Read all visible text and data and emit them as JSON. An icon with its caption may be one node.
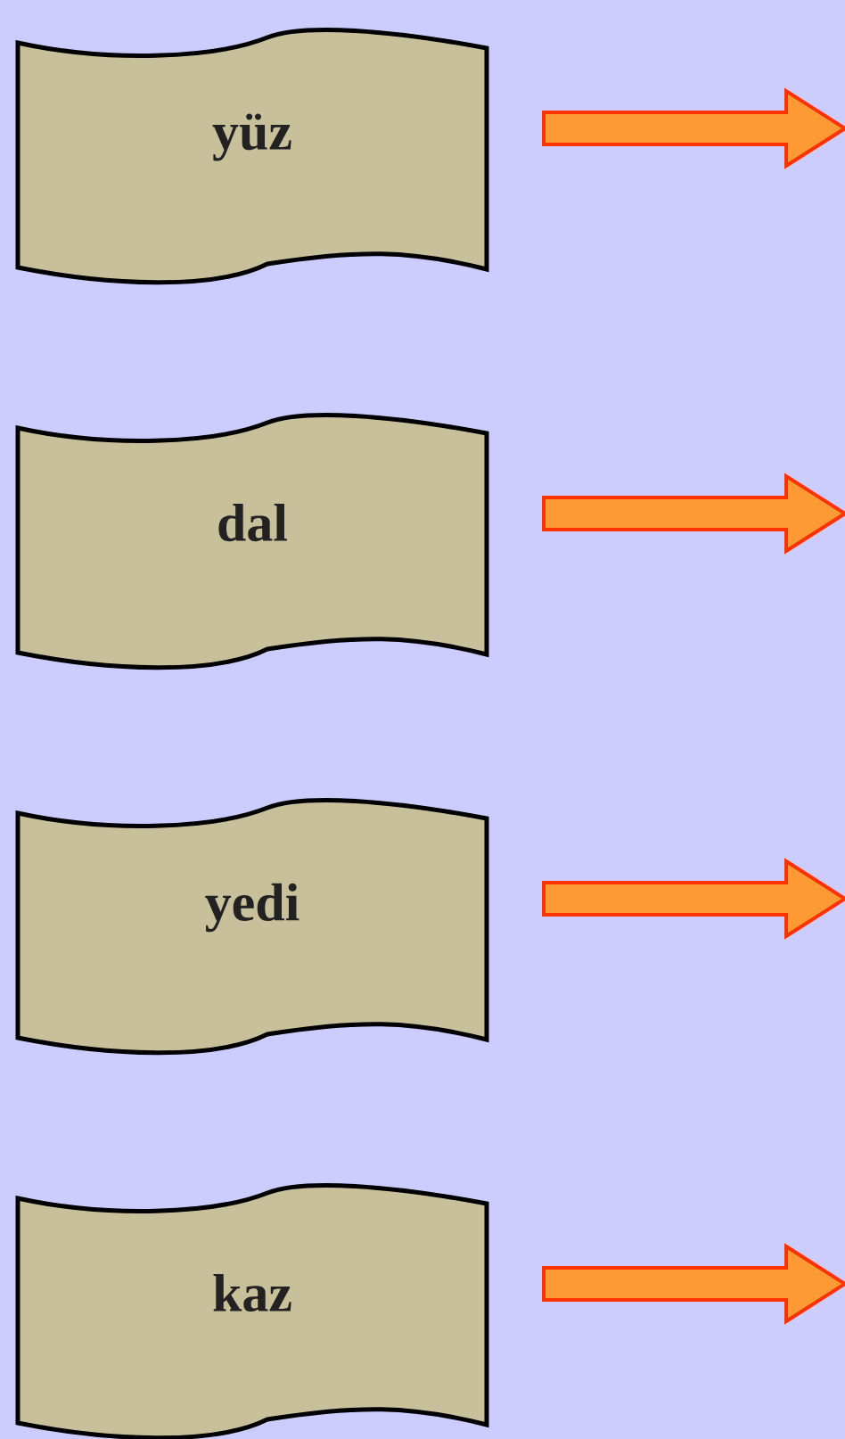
{
  "diagram": {
    "nodes": [
      {
        "text": [
          "yüz"
        ]
      },
      {
        "text": [
          "dal"
        ]
      },
      {
        "text": [
          "yedi"
        ]
      },
      {
        "text": [
          "kaz"
        ]
      }
    ]
  }
}
